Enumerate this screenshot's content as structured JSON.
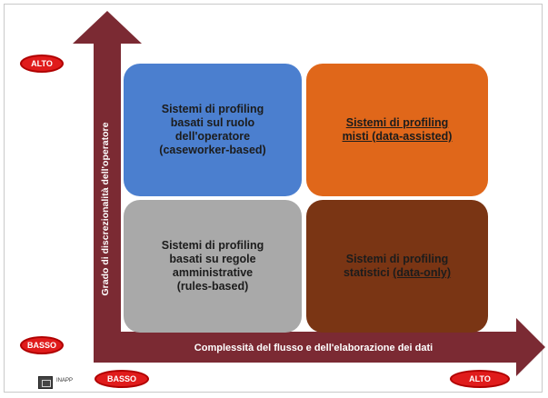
{
  "colors": {
    "arrow": "#7b2a33",
    "caseworker": "#4b7fcf",
    "data_assisted": "#e0671a",
    "rules_based": "#a9a9a9",
    "data_only": "#7a3514",
    "pill": "#e01b1b"
  },
  "axis": {
    "y_label": "Grado di discrezionalità dell'operatore",
    "x_label": "Complessità del flusso e dell'elaborazione dei dati"
  },
  "markers": {
    "y_high": "ALTO",
    "y_low": "BASSO",
    "x_low": "BASSO",
    "x_high": "ALTO"
  },
  "quadrants": {
    "top_left": {
      "line1": "Sistemi di profiling",
      "line2": "basati sul ruolo",
      "line3": "dell'operatore",
      "line4": "(caseworker-based)"
    },
    "top_right": {
      "line1": "Sistemi di profiling",
      "line2": "misti (data-assisted)"
    },
    "bottom_left": {
      "line1": "Sistemi di profiling",
      "line2": "basati su regole",
      "line3": "amministrative",
      "line4": "(rules-based)"
    },
    "bottom_right": {
      "line1": "Sistemi di profiling",
      "line2_a": "statistici",
      "line2_b": "(data-only)"
    }
  },
  "logo": {
    "text": "INAPP"
  }
}
